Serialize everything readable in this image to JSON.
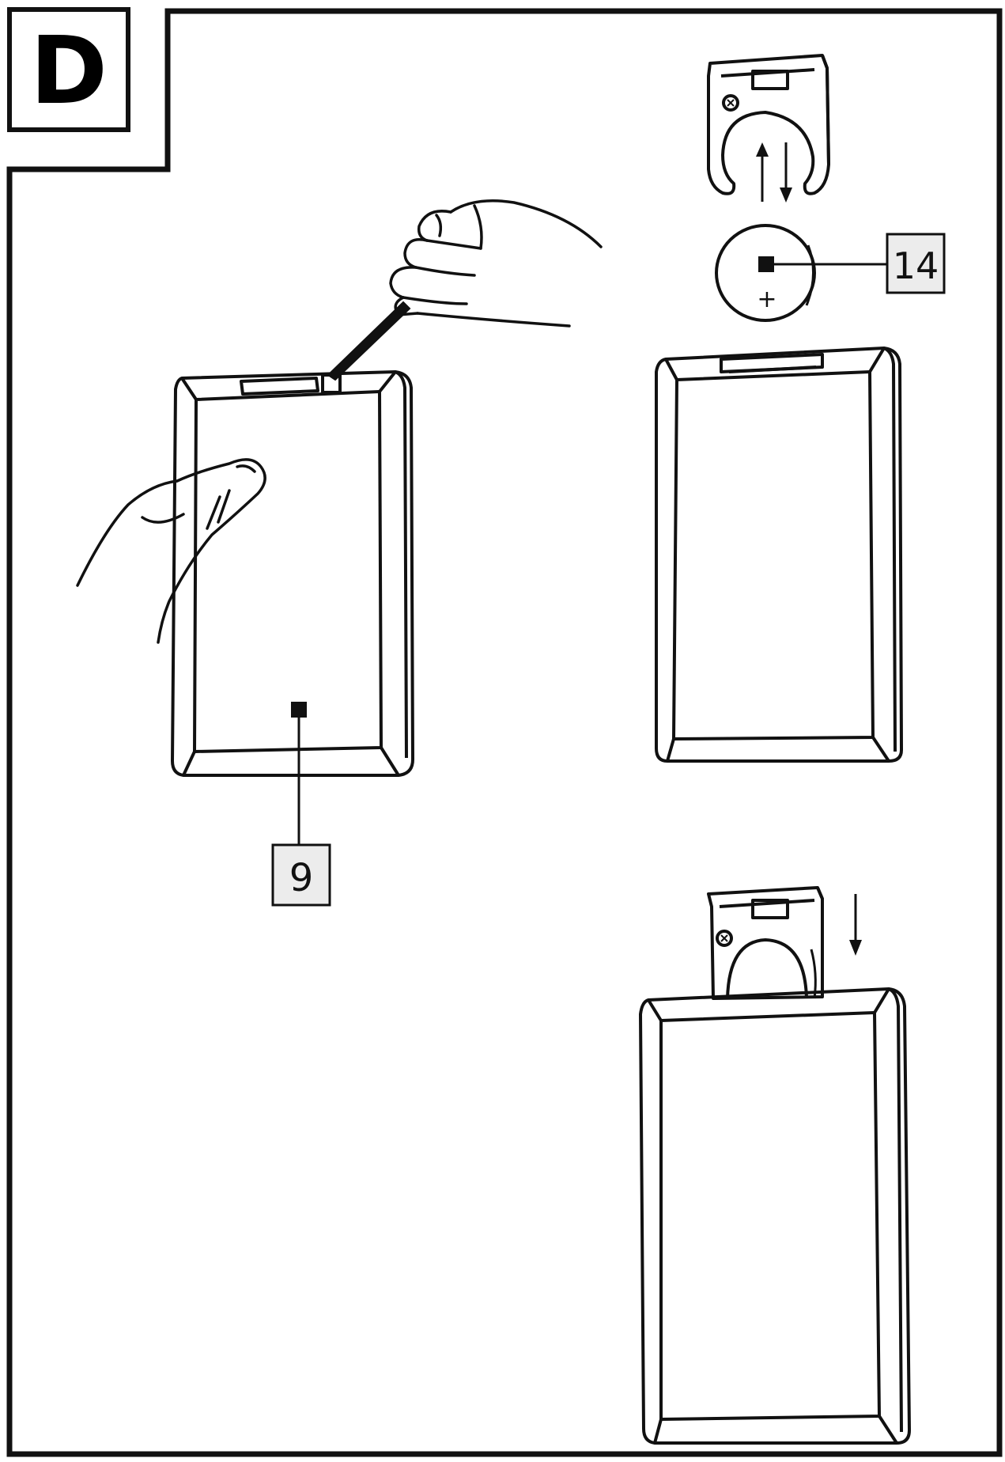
{
  "section": {
    "letter": "D"
  },
  "callouts": [
    {
      "id": "remote",
      "label": "9"
    },
    {
      "id": "battery",
      "label": "14"
    }
  ],
  "battery": {
    "polarity_mark": "+"
  },
  "colors": {
    "line": "#111111",
    "label_box": "#ececec",
    "background": "#ffffff"
  },
  "icons": {
    "up_arrow": "arrow-up-icon",
    "down_arrow": "arrow-down-icon"
  }
}
